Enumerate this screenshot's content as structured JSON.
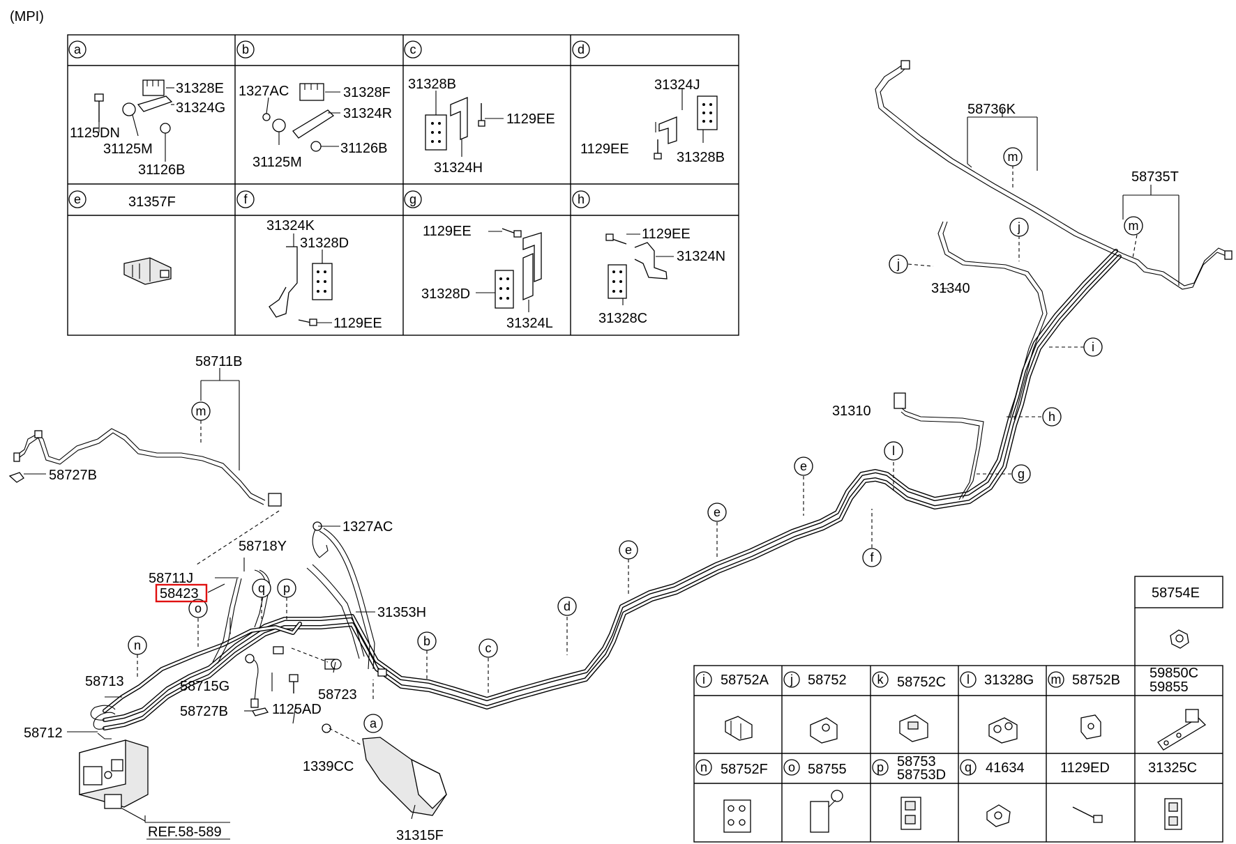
{
  "engine_variant": "(MPI)",
  "highlighted_part": "58423",
  "top_table": {
    "cells": [
      {
        "letter": "a",
        "parts": [
          "31328E",
          "31324G",
          "1125DN",
          "31125M",
          "31126B"
        ]
      },
      {
        "letter": "b",
        "parts": [
          "1327AC",
          "31328F",
          "31324R",
          "31125M",
          "31126B"
        ]
      },
      {
        "letter": "c",
        "parts": [
          "31328B",
          "1129EE",
          "31324H"
        ]
      },
      {
        "letter": "d",
        "parts": [
          "31324J",
          "1129EE",
          "31328B"
        ]
      },
      {
        "letter": "e",
        "parts": [
          "31357F"
        ]
      },
      {
        "letter": "f",
        "parts": [
          "31324K",
          "31328D",
          "1129EE"
        ]
      },
      {
        "letter": "g",
        "parts": [
          "1129EE",
          "31328D",
          "31324L"
        ]
      },
      {
        "letter": "h",
        "parts": [
          "1129EE",
          "31324N",
          "31328C"
        ]
      }
    ]
  },
  "main_labels": {
    "p58736K": "58736K",
    "p58735T": "58735T",
    "p31340": "31340",
    "p31310": "31310",
    "p58711B": "58711B",
    "p58727B_top": "58727B",
    "p1327AC": "1327AC",
    "p58718Y": "58718Y",
    "p58711J": "58711J",
    "p58423": "58423",
    "p31353H": "31353H",
    "p58713": "58713",
    "p58715G": "58715G",
    "p58723": "58723",
    "p58727B_bot": "58727B",
    "p1125AD": "1125AD",
    "p58712": "58712",
    "p1339CC": "1339CC",
    "p31315F": "31315F",
    "pREF": "REF.58-589"
  },
  "callouts": {
    "m1": "m",
    "m2": "m",
    "m3": "m",
    "j1": "j",
    "j2": "j",
    "i": "i",
    "h": "h",
    "g": "g",
    "l": "l",
    "f": "f",
    "e1": "e",
    "e2": "e",
    "e3": "e",
    "d": "d",
    "c": "c",
    "b": "b",
    "a": "a",
    "n": "n",
    "o": "o",
    "p": "p",
    "q": "q"
  },
  "clip_table": {
    "top_header": "58754E",
    "row1": [
      {
        "letter": "i",
        "part": "58752A"
      },
      {
        "letter": "j",
        "part": "58752"
      },
      {
        "letter": "k",
        "part": "58752C"
      },
      {
        "letter": "l",
        "part": "31328G"
      },
      {
        "letter": "m",
        "part": "58752B"
      },
      {
        "letter": "",
        "part": "59850C",
        "part2": "59855"
      }
    ],
    "row2": [
      {
        "letter": "n",
        "part": "58752F"
      },
      {
        "letter": "o",
        "part": "58755"
      },
      {
        "letter": "p",
        "part": "58753",
        "part2": "58753D"
      },
      {
        "letter": "q",
        "part": "41634"
      },
      {
        "letter": "",
        "part": "1129ED"
      },
      {
        "letter": "",
        "part": "31325C"
      }
    ]
  }
}
